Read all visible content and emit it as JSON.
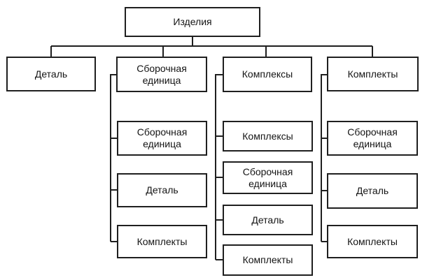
{
  "diagram": {
    "type": "tree",
    "root": {
      "label": "Изделия"
    },
    "branches": [
      {
        "label": "Деталь",
        "children": []
      },
      {
        "label": "Сборочная единица",
        "children": [
          {
            "label": "Сборочная единица"
          },
          {
            "label": "Деталь"
          },
          {
            "label": "Комплекты"
          }
        ]
      },
      {
        "label": "Комплексы",
        "children": [
          {
            "label": "Комплексы"
          },
          {
            "label": "Сборочная единица"
          },
          {
            "label": "Деталь"
          },
          {
            "label": "Комплекты"
          }
        ]
      },
      {
        "label": "Комплекты",
        "children": [
          {
            "label": "Сборочная единица"
          },
          {
            "label": "Деталь"
          },
          {
            "label": "Комплекты"
          }
        ]
      }
    ],
    "colors": {
      "line": "#1f1f1f",
      "box_fill": "#ffffff",
      "text": "#141414",
      "page_bg": "#ffffff"
    }
  }
}
